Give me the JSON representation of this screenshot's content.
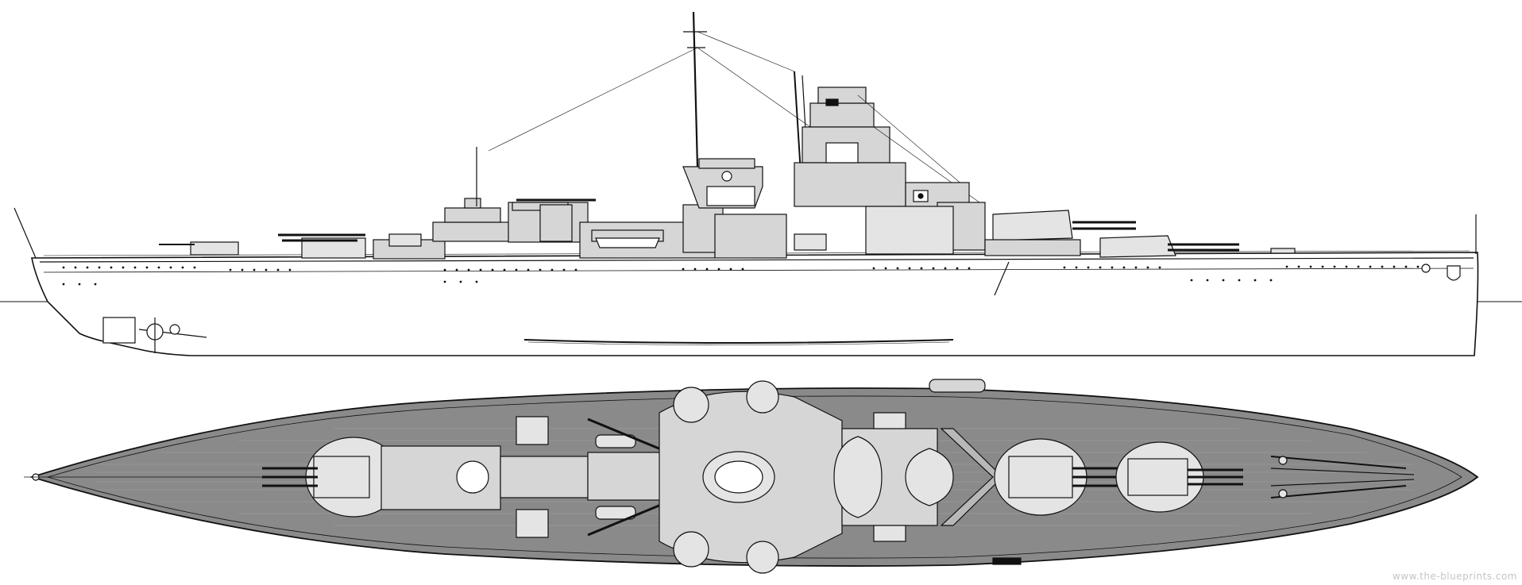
{
  "watermark": "www.the-blueprints.com",
  "colors": {
    "paper": "#ffffff",
    "ink": "#111111",
    "deck": "#8a8a8a",
    "deck_plank": "#9a9a9a",
    "superstructure": "#d6d6d6",
    "turret": "#e4e4e4",
    "hull_fill": "#ffffff"
  },
  "views": {
    "side": "side-profile-view",
    "top": "plan-view"
  }
}
